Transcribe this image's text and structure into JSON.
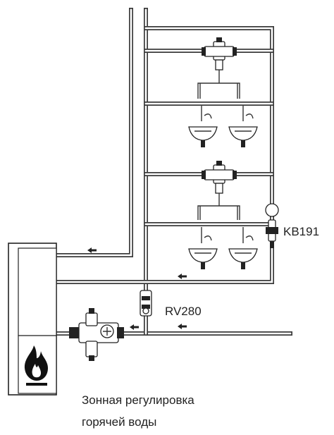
{
  "labels": {
    "kb191": "KB191",
    "rv280": "RV280",
    "caption_line1": "Зонная регулировка",
    "caption_line2": "горячей воды"
  },
  "colors": {
    "pipe": "#3a3a3a",
    "ink": "#222222",
    "background": "#ffffff"
  },
  "icons": [
    "boiler-flame-icon",
    "flow-arrow-icon",
    "thermostatic-mixing-valve-icon",
    "washbasin-icon",
    "balancing-valve-icon",
    "hand-pump-icon"
  ]
}
